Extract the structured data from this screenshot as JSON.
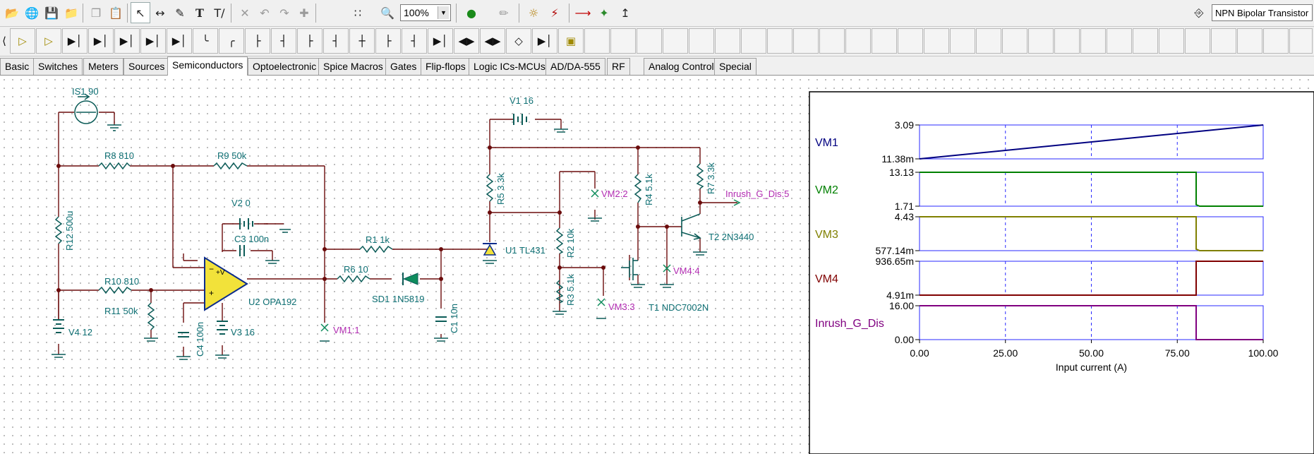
{
  "toolbar": {
    "zoom_value": "100%",
    "component_name": "NPN Bipolar Transistor",
    "icons": [
      "open-folder",
      "explore",
      "save",
      "open",
      "copy",
      "paste-special",
      "select-arrow",
      "wire",
      "pen",
      "text",
      "text-tool",
      "cut",
      "undo",
      "redo",
      "cross",
      "grid",
      "zoom",
      "dc-analysis",
      "probe",
      "interactive",
      "voltmeter",
      "ammeter",
      "pin",
      "component-picker"
    ]
  },
  "tabs": [
    {
      "label": "Basic"
    },
    {
      "label": "Switches"
    },
    {
      "label": "Meters"
    },
    {
      "label": "Sources"
    },
    {
      "label": "Semiconductors"
    },
    {
      "label": "Optoelectronic"
    },
    {
      "label": "Spice Macros"
    },
    {
      "label": "Gates"
    },
    {
      "label": "Flip-flops"
    },
    {
      "label": "Logic ICs-MCUs"
    },
    {
      "label": "AD/DA-555"
    },
    {
      "label": "RF"
    },
    {
      "label": "Analog Control"
    },
    {
      "label": "Special"
    }
  ],
  "active_tab": "Semiconductors",
  "components": {
    "IS1": "IS1 90",
    "R8": "R8 810",
    "R9": "R9 50k",
    "R12": "R12 500u",
    "V2": "V2 0",
    "C3": "C3 100n",
    "R10": "R10 810",
    "R11": "R11 50k",
    "V4": "V4 12",
    "C4": "C4 100n",
    "V3": "V3 16",
    "U2": "U2 OPA192",
    "VM1": "VM1:1",
    "R1": "R1 1k",
    "R6": "R6 10",
    "SD1": "SD1 1N5819",
    "C1": "C1 10n",
    "V1": "V1 16",
    "R5": "R5 3.3k",
    "U1": "U1 TL431",
    "R2": "R2 10k",
    "R3": "R3 5.1k",
    "VM2": "VM2:2",
    "VM3": "VM3:3",
    "R4": "R4 5.1k",
    "T1": "T1 NDC7002N",
    "VM4": "VM4:4",
    "R7": "R7 3.3k",
    "T2": "T2 2N3440",
    "OUT": "Inrush_G_Dis:5"
  },
  "chart_data": {
    "type": "line",
    "xlabel": "Input current (A)",
    "xlim": [
      0,
      100
    ],
    "x_ticks": [
      "0.00",
      "25.00",
      "50.00",
      "75.00",
      "100.00"
    ],
    "x_tick_values": [
      0,
      25,
      50,
      75,
      100
    ],
    "grid": "vertical dashed at x ticks",
    "series": [
      {
        "name": "VM1",
        "color": "#000080",
        "y_top_label": "3.09",
        "y_bottom_label": "11.38m",
        "ylim": [
          0.01138,
          3.09
        ],
        "x": [
          0,
          100
        ],
        "y": [
          0.01138,
          3.09
        ]
      },
      {
        "name": "VM2",
        "color": "#008000",
        "y_top_label": "13.13",
        "y_bottom_label": "1.71",
        "ylim": [
          1.71,
          13.13
        ],
        "x": [
          0,
          80.5,
          80.5,
          81.5,
          100
        ],
        "y": [
          13.13,
          13.13,
          2.2,
          1.71,
          1.71
        ]
      },
      {
        "name": "VM3",
        "color": "#808000",
        "y_top_label": "4.43",
        "y_bottom_label": "577.14m",
        "ylim": [
          0.57714,
          4.43
        ],
        "x": [
          0,
          80.5,
          80.5,
          81.5,
          100
        ],
        "y": [
          4.43,
          4.43,
          0.75,
          0.57714,
          0.57714
        ]
      },
      {
        "name": "VM4",
        "color": "#800000",
        "y_top_label": "936.65m",
        "y_bottom_label": "4.91m",
        "ylim": [
          0.00491,
          0.93665
        ],
        "x": [
          0,
          80.5,
          80.5,
          100
        ],
        "y": [
          0.00491,
          0.00491,
          0.93665,
          0.93665
        ]
      },
      {
        "name": "Inrush_G_Dis",
        "color": "#800080",
        "y_top_label": "16.00",
        "y_bottom_label": "0.00",
        "ylim": [
          0,
          16
        ],
        "x": [
          0,
          80.5,
          80.5,
          100
        ],
        "y": [
          16,
          16,
          0,
          0
        ]
      }
    ]
  }
}
